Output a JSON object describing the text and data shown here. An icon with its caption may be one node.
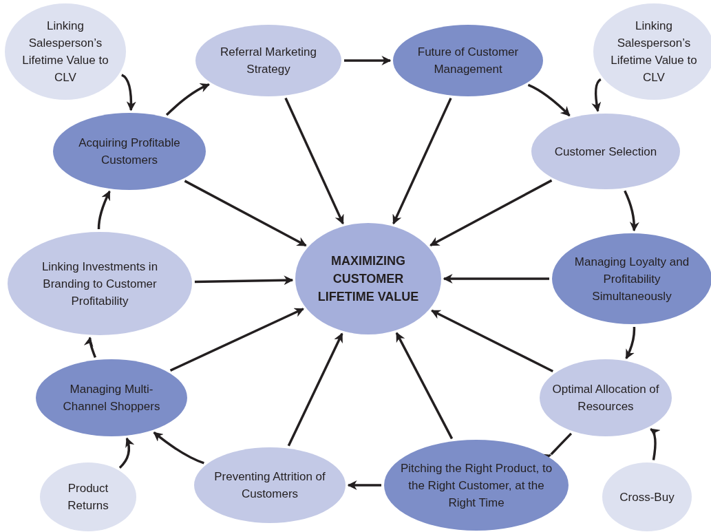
{
  "diagram": {
    "nodes": [
      {
        "text": [
          "Linking Salesperson’s Lifetime Value to CLV"
        ]
      },
      {
        "text": [
          "Referral Marketing Strategy"
        ]
      },
      {
        "text": [
          "Future of Customer Management"
        ]
      },
      {
        "text": [
          "Linking Salesperson’s Lifetime Value to CLV"
        ]
      },
      {
        "text": [
          "Acquiring Profitable Customers"
        ]
      },
      {
        "text": [
          "Customer Selection"
        ]
      },
      {
        "text": [
          "Linking Investments in Branding to Customer Profitability"
        ]
      },
      {
        "text": [
          "MAXIMIZING CUSTOMER LIFETIME VALUE"
        ]
      },
      {
        "text": [
          "Managing Loyalty and Profitability Simultaneously"
        ]
      },
      {
        "text": [
          "Managing Multi-Channel Shoppers"
        ]
      },
      {
        "text": [
          "Optimal Allocation of Resources"
        ]
      },
      {
        "text": [
          "Product Returns"
        ]
      },
      {
        "text": [
          "Preventing Attrition of Customers"
        ]
      },
      {
        "text": [
          "Pitching the Right Product, to the Right Customer, at the Right Time"
        ]
      },
      {
        "text": [
          "Cross-Buy"
        ]
      }
    ],
    "edges": [
      {
        "from": 0,
        "to": 4,
        "arrow": "to"
      },
      {
        "from": 3,
        "to": 5,
        "arrow": "to"
      },
      {
        "from": 11,
        "to": 9,
        "arrow": "to"
      },
      {
        "from": 14,
        "to": 10,
        "arrow": "to"
      },
      {
        "from": 4,
        "to": 1,
        "arrow": "to"
      },
      {
        "from": 1,
        "to": 2,
        "arrow": "to"
      },
      {
        "from": 2,
        "to": 5,
        "arrow": "to"
      },
      {
        "from": 5,
        "to": 8,
        "arrow": "to"
      },
      {
        "from": 8,
        "to": 10,
        "arrow": "to"
      },
      {
        "from": 10,
        "to": 13,
        "arrow": "to"
      },
      {
        "from": 13,
        "to": 12,
        "arrow": "to"
      },
      {
        "from": 12,
        "to": 9,
        "arrow": "to"
      },
      {
        "from": 9,
        "to": 6,
        "arrow": "to"
      },
      {
        "from": 6,
        "to": 4,
        "arrow": "to"
      },
      {
        "from": 1,
        "to": 7,
        "arrow": "to"
      },
      {
        "from": 2,
        "to": 7,
        "arrow": "to"
      },
      {
        "from": 4,
        "to": 7,
        "arrow": "to"
      },
      {
        "from": 5,
        "to": 7,
        "arrow": "to"
      },
      {
        "from": 6,
        "to": 7,
        "arrow": "to"
      },
      {
        "from": 8,
        "to": 7,
        "arrow": "to"
      },
      {
        "from": 9,
        "to": 7,
        "arrow": "to"
      },
      {
        "from": 10,
        "to": 7,
        "arrow": "to"
      },
      {
        "from": 12,
        "to": 7,
        "arrow": "to"
      },
      {
        "from": 13,
        "to": 7,
        "arrow": "to"
      }
    ]
  }
}
